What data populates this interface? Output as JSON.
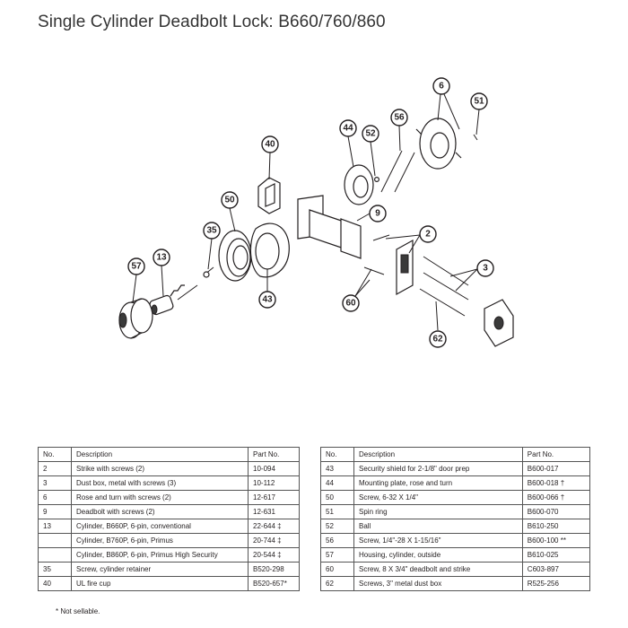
{
  "title": "Single Cylinder Deadbolt Lock: B660/760/860",
  "callouts": [
    "2",
    "3",
    "6",
    "9",
    "13",
    "35",
    "40",
    "43",
    "44",
    "50",
    "51",
    "52",
    "56",
    "57",
    "60",
    "62"
  ],
  "table_headers": {
    "no": "No.",
    "description": "Description",
    "part_no": "Part No."
  },
  "left_table": [
    {
      "no": "2",
      "description": "Strike with screws (2)",
      "part_no": "10-094"
    },
    {
      "no": "3",
      "description": "Dust box, metal with screws (3)",
      "part_no": "10-112"
    },
    {
      "no": "6",
      "description": "Rose and turn with screws (2)",
      "part_no": "12-617"
    },
    {
      "no": "9",
      "description": "Deadbolt with screws (2)",
      "part_no": "12-631"
    },
    {
      "no": "13",
      "description": "Cylinder, B660P, 6-pin, conventional",
      "part_no": "22-644 ‡"
    },
    {
      "no": "",
      "description": "Cylinder, B760P, 6-pin, Primus",
      "part_no": "20-744 ‡"
    },
    {
      "no": "",
      "description": "Cylinder, B860P, 6-pin, Primus High Security",
      "part_no": "20-544 ‡"
    },
    {
      "no": "35",
      "description": "Screw, cylinder retainer",
      "part_no": "B520-298"
    },
    {
      "no": "40",
      "description": "UL fire cup",
      "part_no": "B520-657*"
    }
  ],
  "right_table": [
    {
      "no": "43",
      "description": "Security shield for 2-1/8\" door prep",
      "part_no": "B600-017"
    },
    {
      "no": "44",
      "description": "Mounting plate, rose and turn",
      "part_no": "B600-018 †"
    },
    {
      "no": "50",
      "description": "Screw, 6-32 X 1/4\"",
      "part_no": "B600-066 †"
    },
    {
      "no": "51",
      "description": "Spin ring",
      "part_no": "B600-070"
    },
    {
      "no": "52",
      "description": "Ball",
      "part_no": "B610-250"
    },
    {
      "no": "56",
      "description": "Screw, 1/4\"-28 X 1-15/16\"",
      "part_no": "B600-100 **"
    },
    {
      "no": "57",
      "description": "Housing, cylinder, outside",
      "part_no": "B610-025"
    },
    {
      "no": "60",
      "description": "Screw, 8 X 3/4\" deadbolt and strike",
      "part_no": "C603-897"
    },
    {
      "no": "62",
      "description": "Screws, 3\" metal dust box",
      "part_no": "R525-256"
    }
  ],
  "footnote": "*  Not sellable."
}
